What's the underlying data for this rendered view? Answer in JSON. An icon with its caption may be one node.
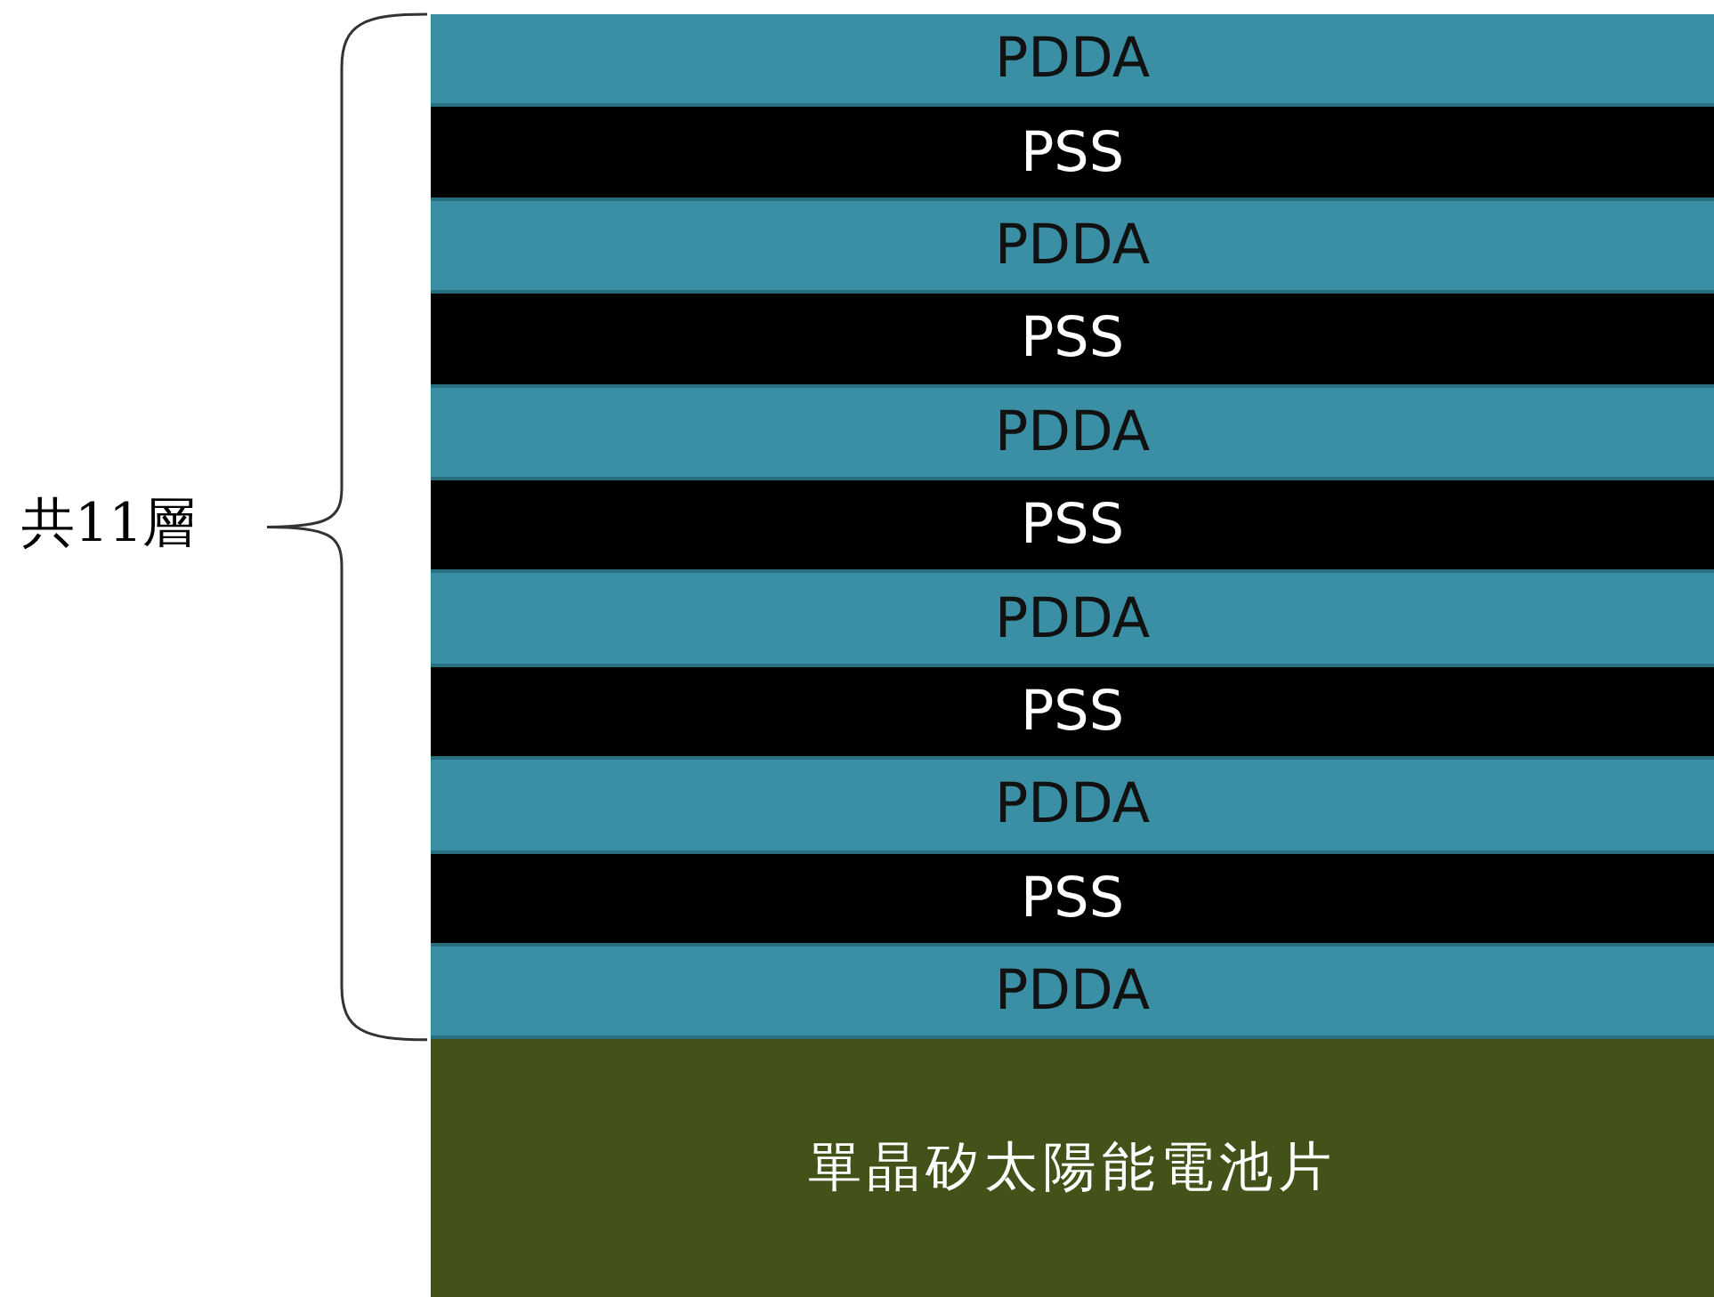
{
  "diagram": {
    "nodes": [
      {
        "text": [
          "PDDA"
        ]
      },
      {
        "text": [
          "PSS"
        ]
      },
      {
        "text": [
          "PDDA"
        ]
      },
      {
        "text": [
          "PSS"
        ]
      },
      {
        "text": [
          "PDDA"
        ]
      },
      {
        "text": [
          "PSS"
        ]
      },
      {
        "text": [
          "PDDA"
        ]
      },
      {
        "text": [
          "PSS"
        ]
      },
      {
        "text": [
          "PDDA"
        ]
      },
      {
        "text": [
          "PSS"
        ]
      },
      {
        "text": [
          "PDDA"
        ]
      },
      {
        "text": [
          "單晶矽太陽能電池片"
        ]
      }
    ],
    "labels": [
      "共11層"
    ]
  }
}
